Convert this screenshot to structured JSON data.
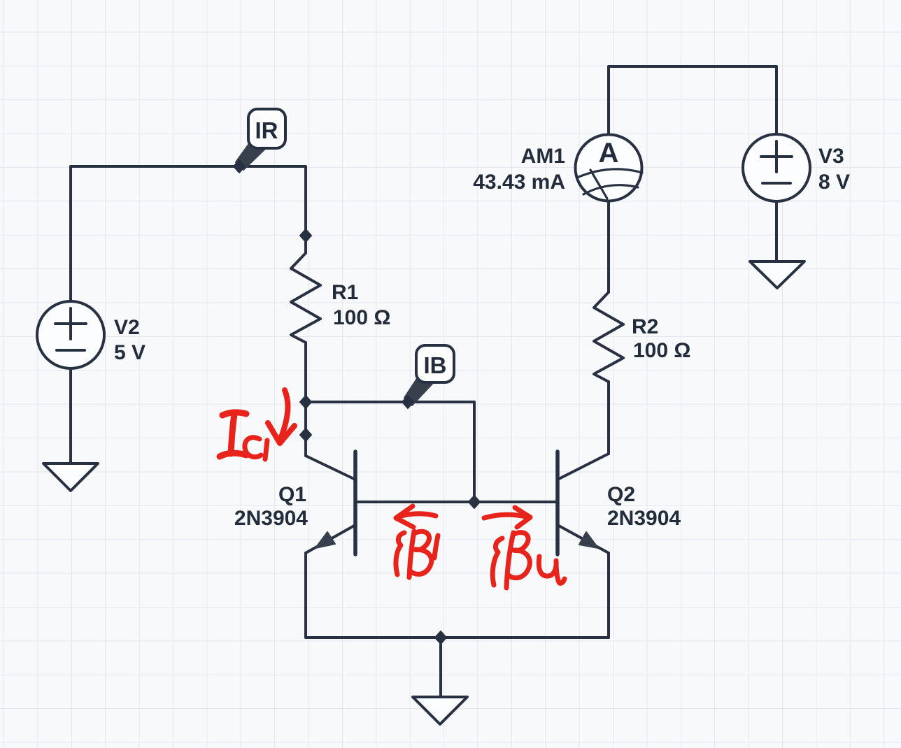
{
  "canvas": {
    "background": "#f8f9fb",
    "grid_color": "#e2e7ee",
    "wire_color": "#273142",
    "text_color": "#222c3a",
    "annotation_color": "#e8231c"
  },
  "components": {
    "v2": {
      "name": "V2",
      "value": "5 V"
    },
    "v3": {
      "name": "V3",
      "value": "8 V"
    },
    "r1": {
      "name": "R1",
      "value": "100 Ω"
    },
    "r2": {
      "name": "R2",
      "value": "100 Ω"
    },
    "q1": {
      "name": "Q1",
      "part": "2N3904"
    },
    "q2": {
      "name": "Q2",
      "part": "2N3904"
    },
    "am1": {
      "name": "AM1",
      "reading": "43.43 mA",
      "meter_letter": "A"
    }
  },
  "probes": {
    "ir": {
      "label": "IR"
    },
    "ib": {
      "label": "IB"
    }
  },
  "annotations": {
    "ic1": {
      "text": "IC1",
      "arrow": "down"
    },
    "ib1": {
      "text": "IB1",
      "arrow": "left"
    },
    "ib2": {
      "text": "IB2",
      "arrow": "right"
    }
  }
}
